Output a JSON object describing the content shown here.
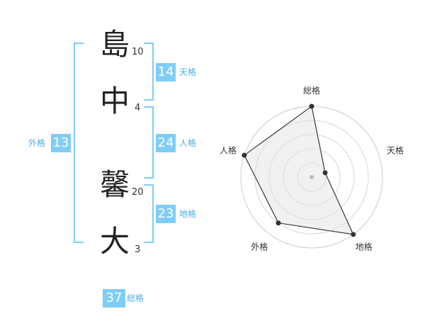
{
  "name": {
    "chars": [
      {
        "char": "島",
        "strokes": "10"
      },
      {
        "char": "中",
        "strokes": "4"
      },
      {
        "char": "馨",
        "strokes": "20"
      },
      {
        "char": "大",
        "strokes": "3"
      }
    ]
  },
  "scores": {
    "tenkaku": {
      "value": "14",
      "label": "天格"
    },
    "jinkaku": {
      "value": "24",
      "label": "人格"
    },
    "chikaku": {
      "value": "23",
      "label": "地格"
    },
    "gaikaku": {
      "value": "13",
      "label": "外格"
    },
    "soukaku": {
      "value": "37",
      "label": "総格"
    }
  },
  "chart_data": {
    "type": "radar",
    "axes": [
      "総格",
      "天格",
      "地格",
      "外格",
      "人格"
    ],
    "values": [
      5,
      1,
      5,
      4,
      5
    ],
    "max": 5,
    "rings": 5,
    "colors": {
      "fill": "#efefef",
      "ring": "#cccccc",
      "line": "#333333",
      "point": "#333333",
      "center": "#bbbbbb"
    }
  }
}
